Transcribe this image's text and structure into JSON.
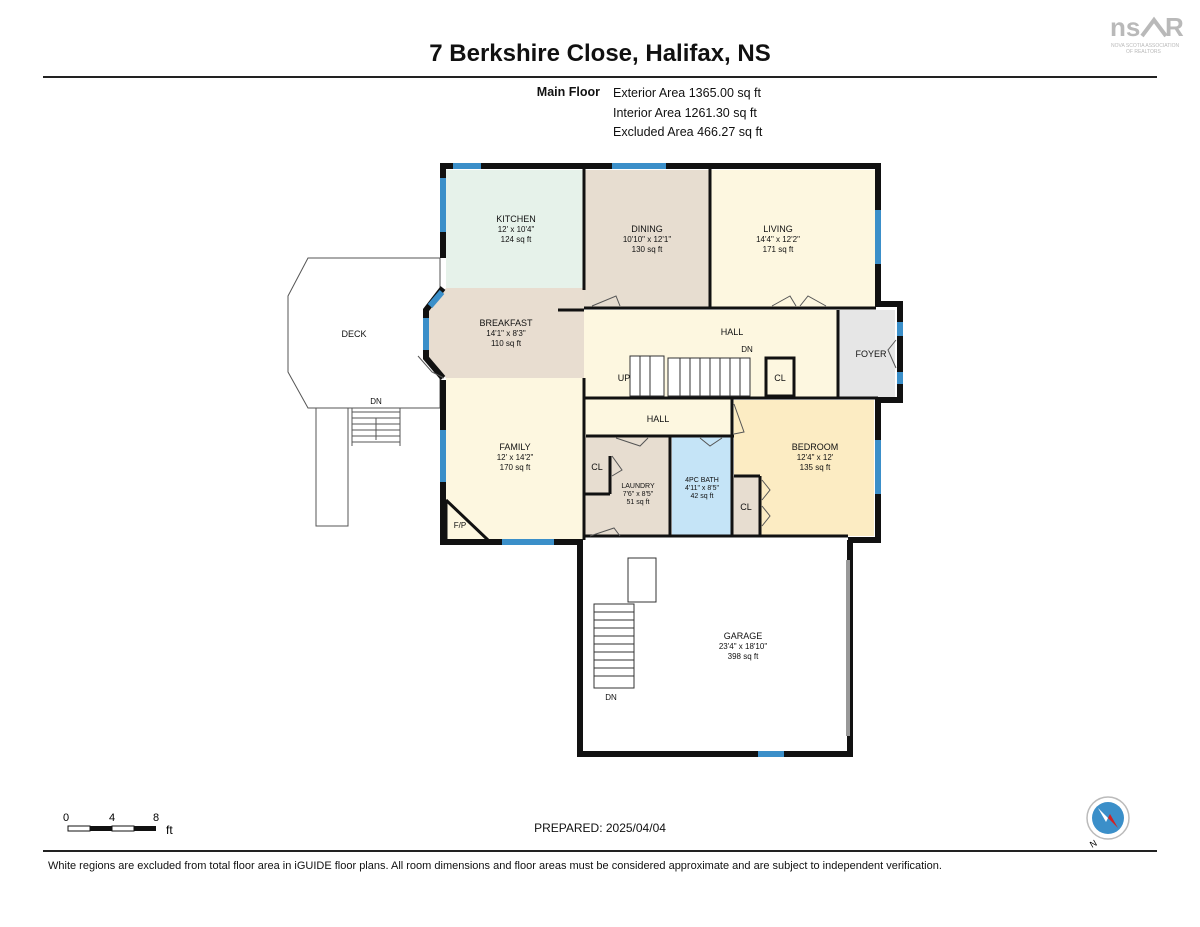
{
  "title": "7 Berkshire Close, Halifax, NS",
  "logo": {
    "text": "ns⌂R",
    "sub": "NOVA SCOTIA ASSOCIATION OF REALTORS"
  },
  "floor": {
    "label": "Main Floor",
    "areas": [
      "Exterior Area 1365.00 sq ft",
      "Interior Area 1261.30 sq ft",
      "Excluded Area 466.27 sq ft"
    ]
  },
  "rooms": {
    "kitchen": {
      "name": "KITCHEN",
      "dims": "12' x 10'4\"",
      "area": "124 sq ft"
    },
    "dining": {
      "name": "DINING",
      "dims": "10'10\" x 12'1\"",
      "area": "130 sq ft"
    },
    "living": {
      "name": "LIVING",
      "dims": "14'4\" x 12'2\"",
      "area": "171 sq ft"
    },
    "breakfast": {
      "name": "BREAKFAST",
      "dims": "14'1\" x 8'3\"",
      "area": "110 sq ft"
    },
    "family": {
      "name": "FAMILY",
      "dims": "12' x 14'2\"",
      "area": "170 sq ft"
    },
    "laundry": {
      "name": "LAUNDRY",
      "dims": "7'6\" x 8'5\"",
      "area": "51 sq ft"
    },
    "bath": {
      "name": "4PC BATH",
      "dims": "4'11\" x 8'5\"",
      "area": "42 sq ft"
    },
    "bedroom": {
      "name": "BEDROOM",
      "dims": "12'4\" x 12'",
      "area": "135 sq ft"
    },
    "garage": {
      "name": "GARAGE",
      "dims": "23'4\" x 18'10\"",
      "area": "398 sq ft"
    }
  },
  "labels": {
    "deck": "DECK",
    "deck_dn": "DN",
    "hall_upper": "HALL",
    "hall_lower": "HALL",
    "foyer": "FOYER",
    "up": "UP",
    "dn_stair": "DN",
    "cl_hall": "CL",
    "cl_laundry": "CL",
    "cl_bedroom": "CL",
    "fp": "F/P",
    "garage_dn": "DN"
  },
  "scale": {
    "ticks": [
      "0",
      "4",
      "8"
    ],
    "unit": "ft"
  },
  "compass": {
    "letter": "N"
  },
  "prepared": "PREPARED: 2025/04/04",
  "disclaimer": "White regions are excluded from total floor area in iGUIDE floor plans. All room dimensions and floor areas must be considered approximate and are subject to independent verification.",
  "colors": {
    "kitchen": "#e6f2ea",
    "dining": "#e7ddd0",
    "living": "#fdf7e0",
    "breakfast": "#e8ddd0",
    "family": "#fdf7e0",
    "hall": "#fdf7e0",
    "laundry": "#e7ddd0",
    "bath": "#c5e4f7",
    "bedroom": "#fcecc3",
    "foyer": "#e6e6e6",
    "window": "#3b8fc9",
    "wall": "#111111"
  }
}
